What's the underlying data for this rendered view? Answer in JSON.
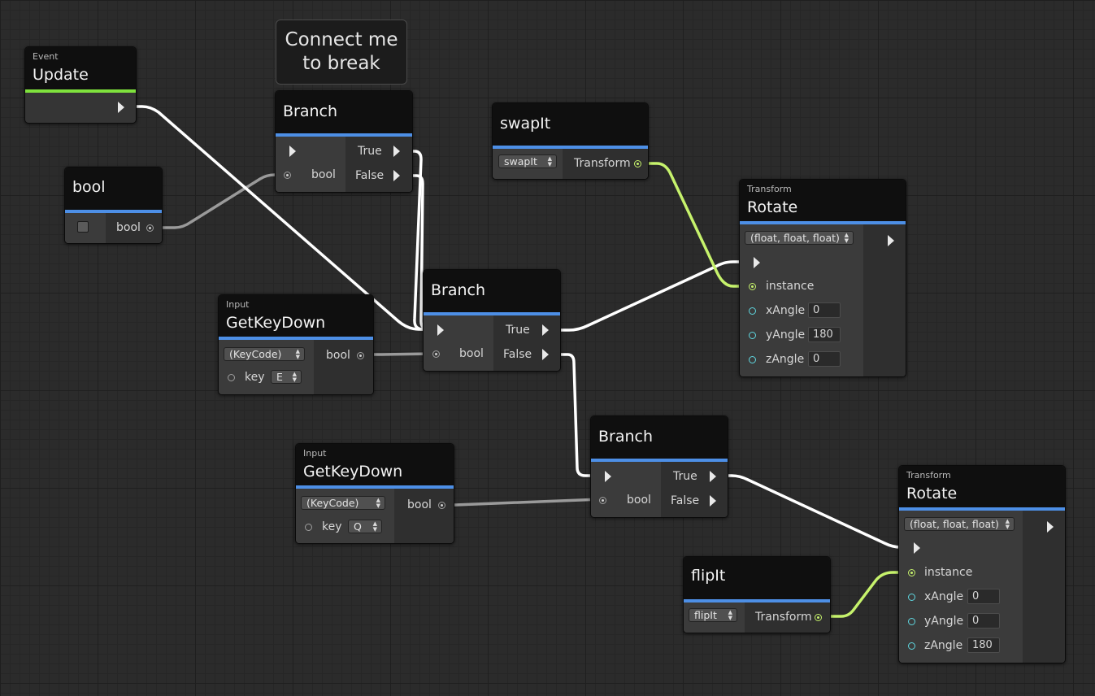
{
  "sticky_note": {
    "line1": "Connect me",
    "line2": "to break"
  },
  "colors": {
    "header_accent": "#4d8fe6",
    "event_accent": "#7fe23d",
    "flow_wire": "#ffffff",
    "bool_wire": "#9a9a9a",
    "object_wire": "#c6f26c",
    "float_port": "#5fd7e0"
  },
  "nodes": {
    "update": {
      "subtitle": "Event",
      "title": "Update"
    },
    "bool": {
      "title": "bool",
      "out_label": "bool",
      "checked": false
    },
    "branch_top": {
      "title": "Branch",
      "in_label": "bool",
      "true_label": "True",
      "false_label": "False"
    },
    "branch_mid": {
      "title": "Branch",
      "in_label": "bool",
      "true_label": "True",
      "false_label": "False"
    },
    "branch_bottom": {
      "title": "Branch",
      "in_label": "bool",
      "true_label": "True",
      "false_label": "False"
    },
    "getkey_e": {
      "subtitle": "Input",
      "title": "GetKeyDown",
      "overload": "(KeyCode)",
      "out_label": "bool",
      "key_label": "key",
      "key_value": "E"
    },
    "getkey_q": {
      "subtitle": "Input",
      "title": "GetKeyDown",
      "overload": "(KeyCode)",
      "out_label": "bool",
      "key_label": "key",
      "key_value": "Q"
    },
    "swapit": {
      "title": "swapIt",
      "selector": "swapIt",
      "out_label": "Transform"
    },
    "flipit": {
      "title": "flipIt",
      "selector": "flipIt",
      "out_label": "Transform"
    },
    "rotate_top": {
      "subtitle": "Transform",
      "title": "Rotate",
      "overload": "(float, float, float)",
      "instance_label": "instance",
      "x_label": "xAngle",
      "x_value": "0",
      "y_label": "yAngle",
      "y_value": "180",
      "z_label": "zAngle",
      "z_value": "0"
    },
    "rotate_bottom": {
      "subtitle": "Transform",
      "title": "Rotate",
      "overload": "(float, float, float)",
      "instance_label": "instance",
      "x_label": "xAngle",
      "x_value": "0",
      "y_label": "yAngle",
      "y_value": "0",
      "z_label": "zAngle",
      "z_value": "180"
    }
  },
  "icons": {
    "flow_port": "triangle-right",
    "value_port": "ring",
    "dropdown_arrow": "updown-caret"
  }
}
